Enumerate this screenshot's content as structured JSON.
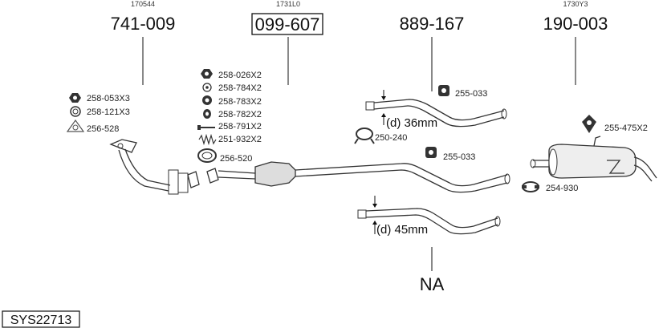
{
  "diagram": {
    "code": "SYS22713",
    "sections": [
      {
        "ref": "170544",
        "part": "741-009"
      },
      {
        "ref": "1731L0",
        "part": "099-607"
      },
      {
        "ref": "",
        "part": "889-167"
      },
      {
        "ref": "1730Y3",
        "part": "190-003"
      }
    ],
    "accessories_front": [
      "258-053X3",
      "258-121X3",
      "256-528"
    ],
    "accessories_cat": [
      "258-026X2",
      "258-784X2",
      "258-783X2",
      "258-782X2",
      "258-791X2",
      "251-932X2",
      "256-520"
    ],
    "accessories_mid": [
      "255-033",
      "250-240",
      "255-033"
    ],
    "accessories_rear": [
      "255-475X2",
      "254-930"
    ],
    "diameter_labels": [
      "(d) 36mm",
      "(d) 45mm"
    ],
    "na_label": "NA"
  }
}
